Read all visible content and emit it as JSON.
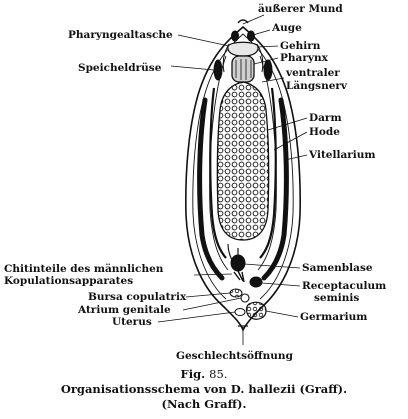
{
  "figure": {
    "labels": {
      "aeusserer_mund": "äußerer Mund",
      "auge": "Auge",
      "pharyngealtasche": "Pharyngealtasche",
      "gehirn": "Gehirn",
      "pharynx": "Pharynx",
      "speicheldruese": "Speicheldrüse",
      "ventraler": "ventraler",
      "laengsnerv": "Längsnerv",
      "darm": "Darm",
      "hode": "Hode",
      "vitellarium": "Vitellarium",
      "chitinteile_1": "Chitinteile des männlichen",
      "chitinteile_2": "Kopulationsapparates",
      "samenblase": "Samenblase",
      "receptaculum_1": "Receptaculum",
      "receptaculum_2": "seminis",
      "bursa": "Bursa copulatrix",
      "atrium": "Atrium genitale",
      "uterus": "Uterus",
      "germarium": "Germarium",
      "geschlechtsoeffnung": "Geschlechtsöffnung"
    }
  },
  "caption": {
    "fig_prefix": "Fig.",
    "fig_number": "85.",
    "line2": "Organisationsschema von D. hallezii (Graff).",
    "line3": "(Nach Graff)."
  },
  "colors": {
    "ink": "#111111",
    "paper": "#ffffff"
  }
}
